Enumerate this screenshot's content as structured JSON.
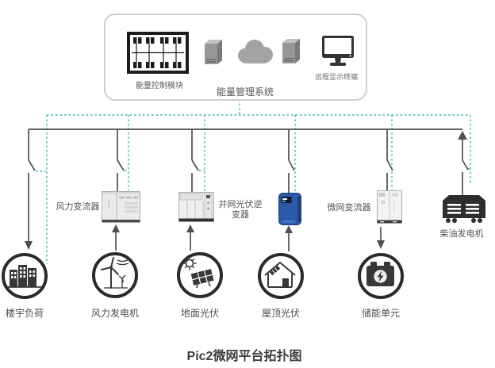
{
  "colors": {
    "accent_teal": "#38b6b0",
    "wire_dark": "#4f4f4f",
    "icon_dark": "#383838",
    "inverter_blue": "#2d5aa8",
    "box_border": "#cbd0d3"
  },
  "ems_box": {
    "title": "能量管理系统",
    "modules": [
      {
        "name": "energy-control-module",
        "label": "能量控制模块"
      },
      {
        "name": "server"
      },
      {
        "name": "cloud"
      },
      {
        "name": "server"
      },
      {
        "name": "remote-display-terminal",
        "label": "远程显示终端"
      }
    ]
  },
  "converters": [
    {
      "name": "wind-converter",
      "label": "风力变流器"
    },
    {
      "name": "grid-pv-inverter",
      "label": "并网光伏逆变器"
    },
    {
      "name": "microgrid-converter",
      "label": "微网变流器"
    },
    {
      "name": "diesel-generator",
      "label": "柴油发电机"
    }
  ],
  "sources": [
    {
      "name": "building-load",
      "label": "楼宇负荷"
    },
    {
      "name": "wind-turbine",
      "label": "风力发电机"
    },
    {
      "name": "ground-pv",
      "label": "地面光伏"
    },
    {
      "name": "rooftop-pv",
      "label": "屋顶光伏"
    },
    {
      "name": "storage-unit",
      "label": "储能单元"
    }
  ],
  "caption": "Pic2微网平台拓扑图"
}
